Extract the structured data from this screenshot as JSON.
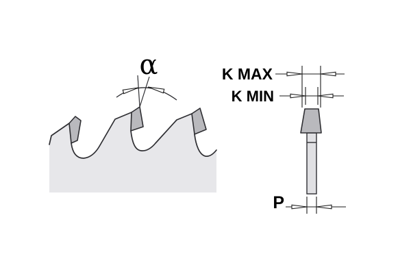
{
  "labels": {
    "alpha": "α",
    "kerf_max": "K MAX",
    "kerf_min": "K MIN",
    "plate": "P"
  },
  "colors": {
    "background": "#ffffff",
    "blade_body_fill": "#e7e7ea",
    "carbide_tip_fill": "#b9b9bd",
    "plate_fill": "#e0e0e3",
    "outline": "#2e2e32",
    "dimension_line": "#1a1a1a",
    "label_text": "#000000"
  }
}
